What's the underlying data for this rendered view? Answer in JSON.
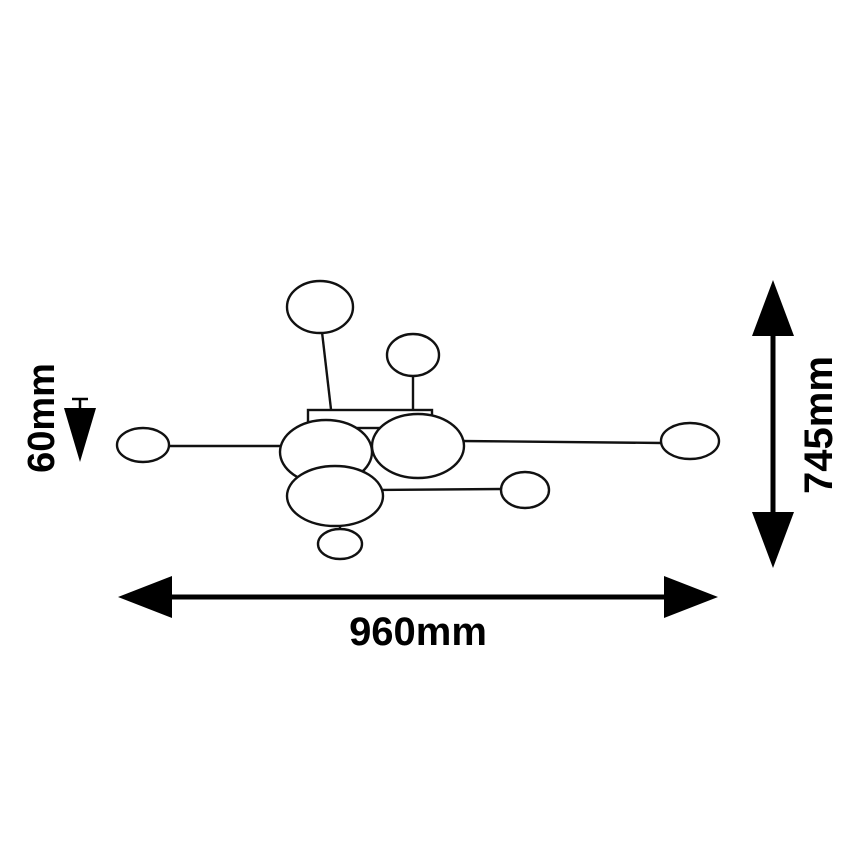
{
  "dimensions": {
    "width_label": "960mm",
    "height_label": "745mm",
    "depth_label": "60mm"
  },
  "colors": {
    "line": "#000000",
    "background": "#ffffff"
  }
}
